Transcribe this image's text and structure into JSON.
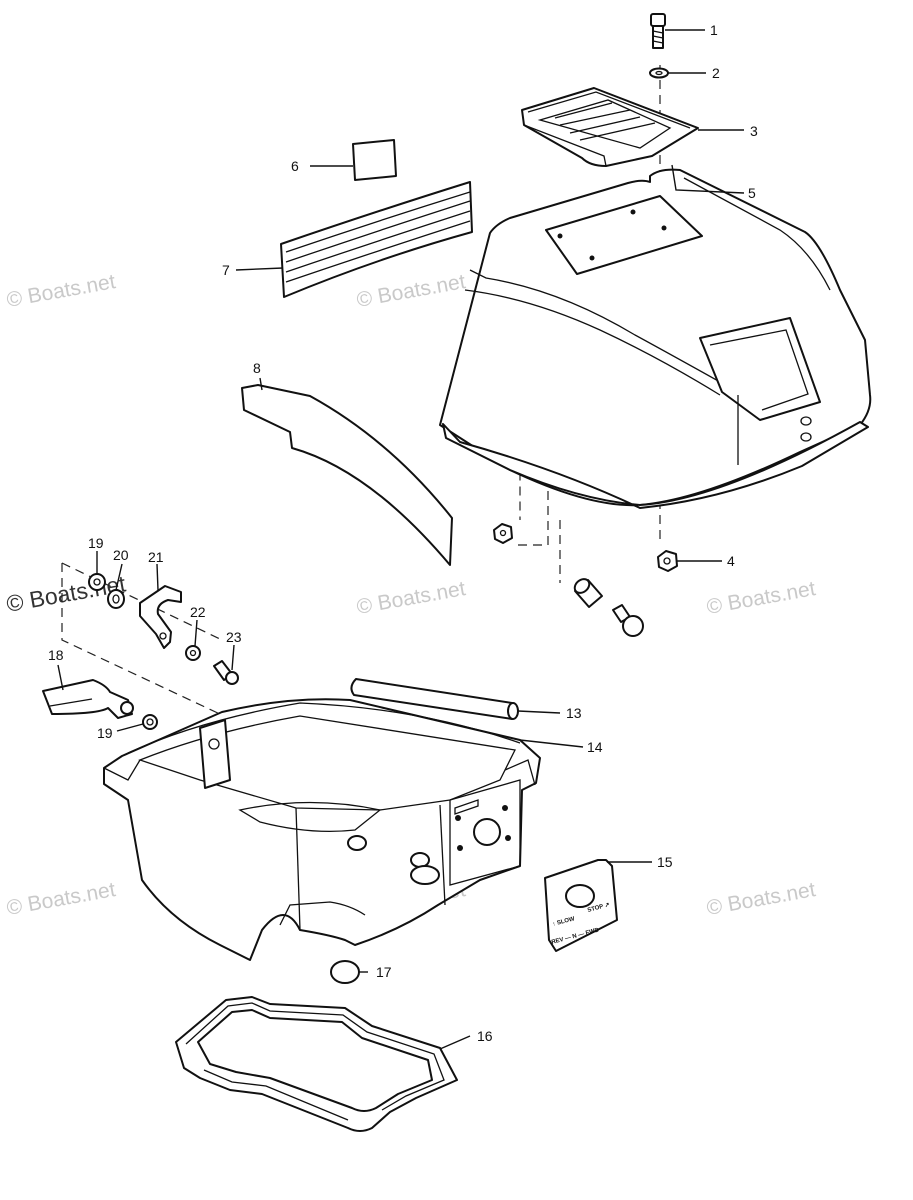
{
  "watermark": {
    "text": "© Boats.net"
  },
  "callouts": [
    "1",
    "2",
    "3",
    "4",
    "5",
    "6",
    "7",
    "8",
    "13",
    "14",
    "15",
    "16",
    "17",
    "18",
    "19",
    "19",
    "20",
    "21",
    "22",
    "23"
  ],
  "plate": {
    "left_text": "↑ SLOW",
    "right_text": "STOP ↗",
    "bottom_text": "REV — N — FWD"
  }
}
